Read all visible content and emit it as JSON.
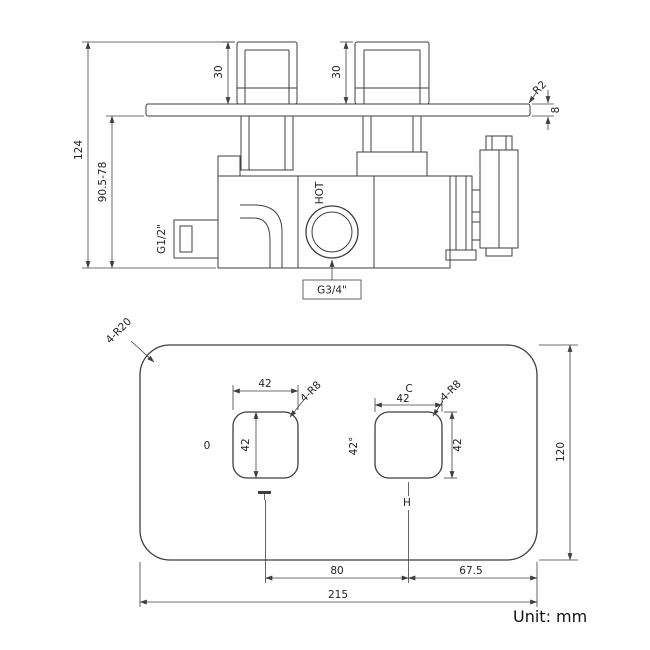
{
  "drawing": {
    "unit_label": "Unit: mm",
    "line_color": "#3f3f3f",
    "side_view": {
      "dim_handle_left_height": "30",
      "dim_handle_right_height": "30",
      "dim_plate_edge_radius": "R2",
      "dim_plate_thickness": "8",
      "dim_total_height": "124",
      "dim_depth_range": "90.5-78",
      "label_inlet_thread": "G1/2\"",
      "label_hot_port": "HOT",
      "label_outlet_thread": "G3/4\""
    },
    "front_view": {
      "dim_plate_corner_radius": "4-R20",
      "dim_plate_width": "215",
      "dim_plate_height": "120",
      "dim_knob_center_spacing": "80",
      "dim_knob_to_edge": "67.5",
      "left_knob": {
        "dim_width": "42",
        "dim_height": "42",
        "dim_corner_radius": "4-R8",
        "label_zero": "0"
      },
      "right_knob": {
        "dim_width": "42",
        "dim_height": "42",
        "dim_corner_radius": "4-R8",
        "label_angle": "42°",
        "label_cold": "C",
        "label_hot": "H"
      }
    }
  }
}
